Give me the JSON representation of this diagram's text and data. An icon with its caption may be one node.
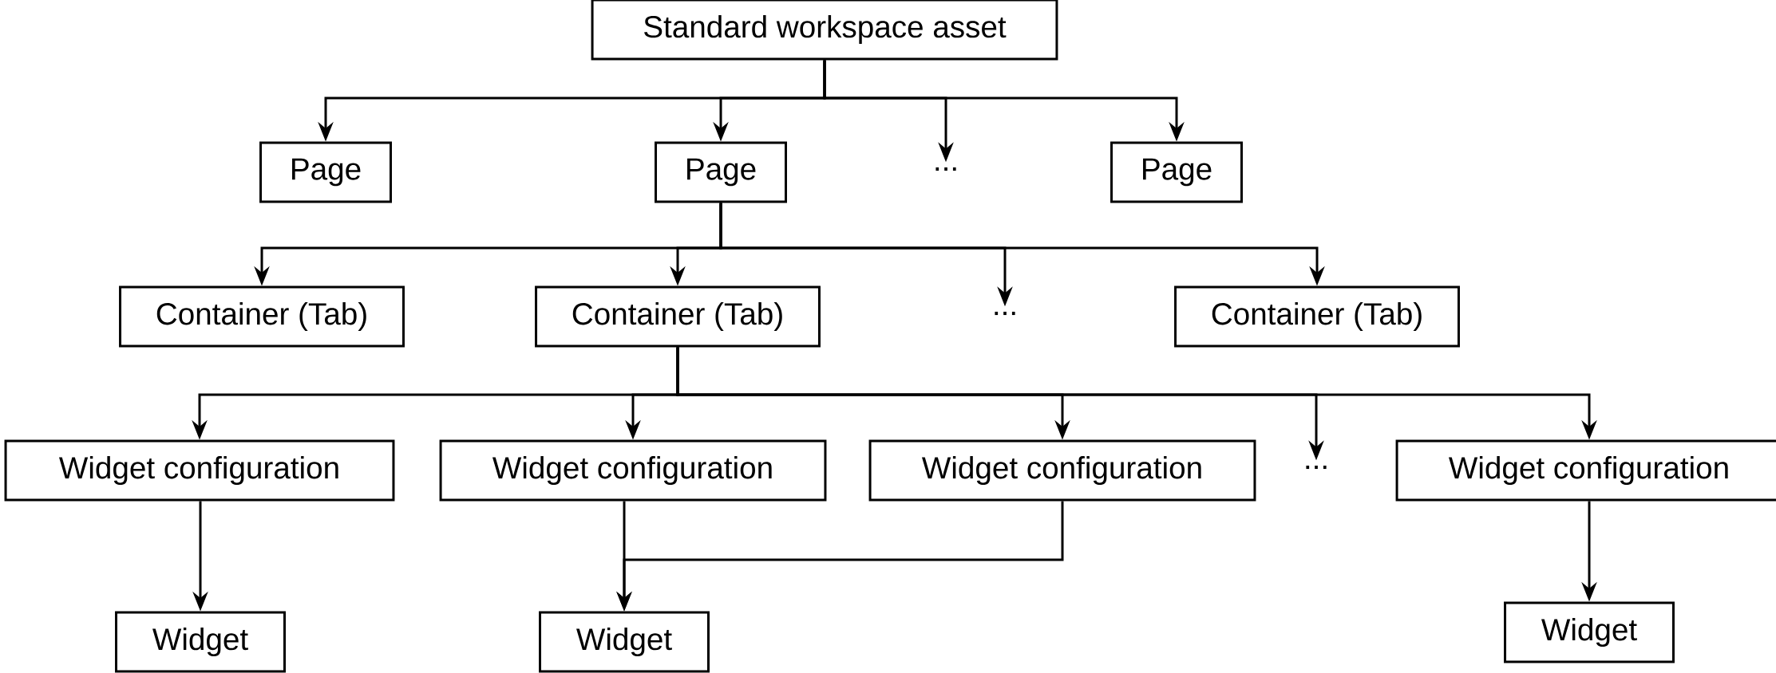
{
  "diagram": {
    "nodes": [
      {
        "text": [
          "Standard workspace asset"
        ]
      },
      {
        "text": [
          "Page"
        ]
      },
      {
        "text": [
          "Page"
        ]
      },
      {
        "text": [
          "..."
        ]
      },
      {
        "text": [
          "Page"
        ]
      },
      {
        "text": [
          "Container (Tab)"
        ]
      },
      {
        "text": [
          "Container (Tab)"
        ]
      },
      {
        "text": [
          "..."
        ]
      },
      {
        "text": [
          "Container (Tab)"
        ]
      },
      {
        "text": [
          "Widget configuration"
        ]
      },
      {
        "text": [
          "Widget configuration"
        ]
      },
      {
        "text": [
          "Widget configuration"
        ]
      },
      {
        "text": [
          "..."
        ]
      },
      {
        "text": [
          "Widget configuration"
        ]
      },
      {
        "text": [
          "Widget"
        ]
      },
      {
        "text": [
          "Widget"
        ]
      },
      {
        "text": [
          "Widget"
        ]
      }
    ],
    "edges": [
      {
        "from": 0,
        "to": 1,
        "arrow": "to"
      },
      {
        "from": 0,
        "to": 2,
        "arrow": "to"
      },
      {
        "from": 0,
        "to": 3,
        "arrow": "to"
      },
      {
        "from": 0,
        "to": 4,
        "arrow": "to"
      },
      {
        "from": 2,
        "to": 5,
        "arrow": "to"
      },
      {
        "from": 2,
        "to": 6,
        "arrow": "to"
      },
      {
        "from": 2,
        "to": 7,
        "arrow": "to"
      },
      {
        "from": 2,
        "to": 8,
        "arrow": "to"
      },
      {
        "from": 6,
        "to": 9,
        "arrow": "to"
      },
      {
        "from": 6,
        "to": 10,
        "arrow": "to"
      },
      {
        "from": 6,
        "to": 11,
        "arrow": "to"
      },
      {
        "from": 6,
        "to": 12,
        "arrow": "to"
      },
      {
        "from": 6,
        "to": 13,
        "arrow": "to"
      },
      {
        "from": 9,
        "to": 14,
        "arrow": "to"
      },
      {
        "from": 10,
        "to": 15,
        "arrow": "to"
      },
      {
        "from": 11,
        "to": 15,
        "arrow": "to"
      },
      {
        "from": 13,
        "to": 16,
        "arrow": "to"
      }
    ]
  }
}
